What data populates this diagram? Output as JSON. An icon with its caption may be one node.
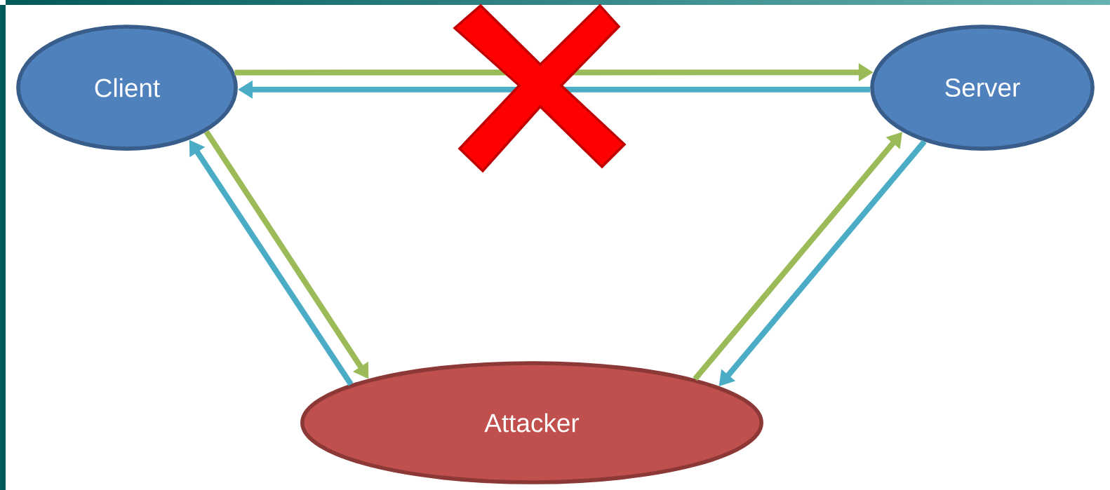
{
  "diagram": {
    "nodes": [
      {
        "text": [
          "Client"
        ]
      },
      {
        "text": [
          "Server"
        ]
      },
      {
        "text": [
          "Attacker"
        ]
      }
    ],
    "edges": [
      {
        "from": 0,
        "to": 1,
        "arrow": "to",
        "color": "#9bbb59"
      },
      {
        "from": 1,
        "to": 0,
        "arrow": "to",
        "color": "#4bacc6"
      },
      {
        "from": 0,
        "to": 2,
        "arrow": "to",
        "color": "#9bbb59"
      },
      {
        "from": 2,
        "to": 0,
        "arrow": "to",
        "color": "#4bacc6"
      },
      {
        "from": 2,
        "to": 1,
        "arrow": "to",
        "color": "#9bbb59"
      },
      {
        "from": 1,
        "to": 2,
        "arrow": "to",
        "color": "#4bacc6"
      }
    ]
  }
}
